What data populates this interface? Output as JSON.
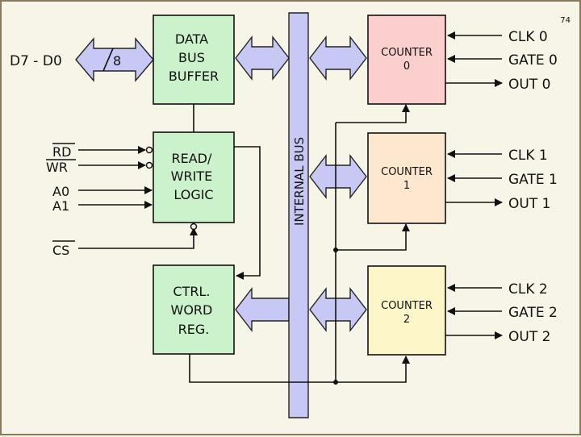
{
  "slide_number": "74",
  "left_bus": {
    "label": "D7 - D0",
    "width_label": "8"
  },
  "blocks": {
    "data_bus_buffer": [
      "DATA",
      "BUS",
      "BUFFER"
    ],
    "read_write_logic": [
      "READ/",
      "WRITE",
      "LOGIC"
    ],
    "control_word_register": [
      "CTRL.",
      "WORD",
      "REG."
    ]
  },
  "internal_bus": {
    "label": "INTERNAL BUS"
  },
  "control_inputs": {
    "rd": "RD",
    "wr": "WR",
    "a0": "A0",
    "a1": "A1",
    "cs": "CS"
  },
  "counters": [
    {
      "title": "COUNTER",
      "index": "0",
      "clk": "CLK 0",
      "gate": "GATE 0",
      "out": "OUT 0"
    },
    {
      "title": "COUNTER",
      "index": "1",
      "clk": "CLK 1",
      "gate": "GATE 1",
      "out": "OUT 1"
    },
    {
      "title": "COUNTER",
      "index": "2",
      "clk": "CLK 2",
      "gate": "GATE 2",
      "out": "OUT 2"
    }
  ],
  "colors": {
    "green_block": "#ccf2cc",
    "counter0": "#fccfcf",
    "counter1": "#fde8cf",
    "counter2": "#fcf6c9",
    "bus": "#c8c8f4"
  }
}
